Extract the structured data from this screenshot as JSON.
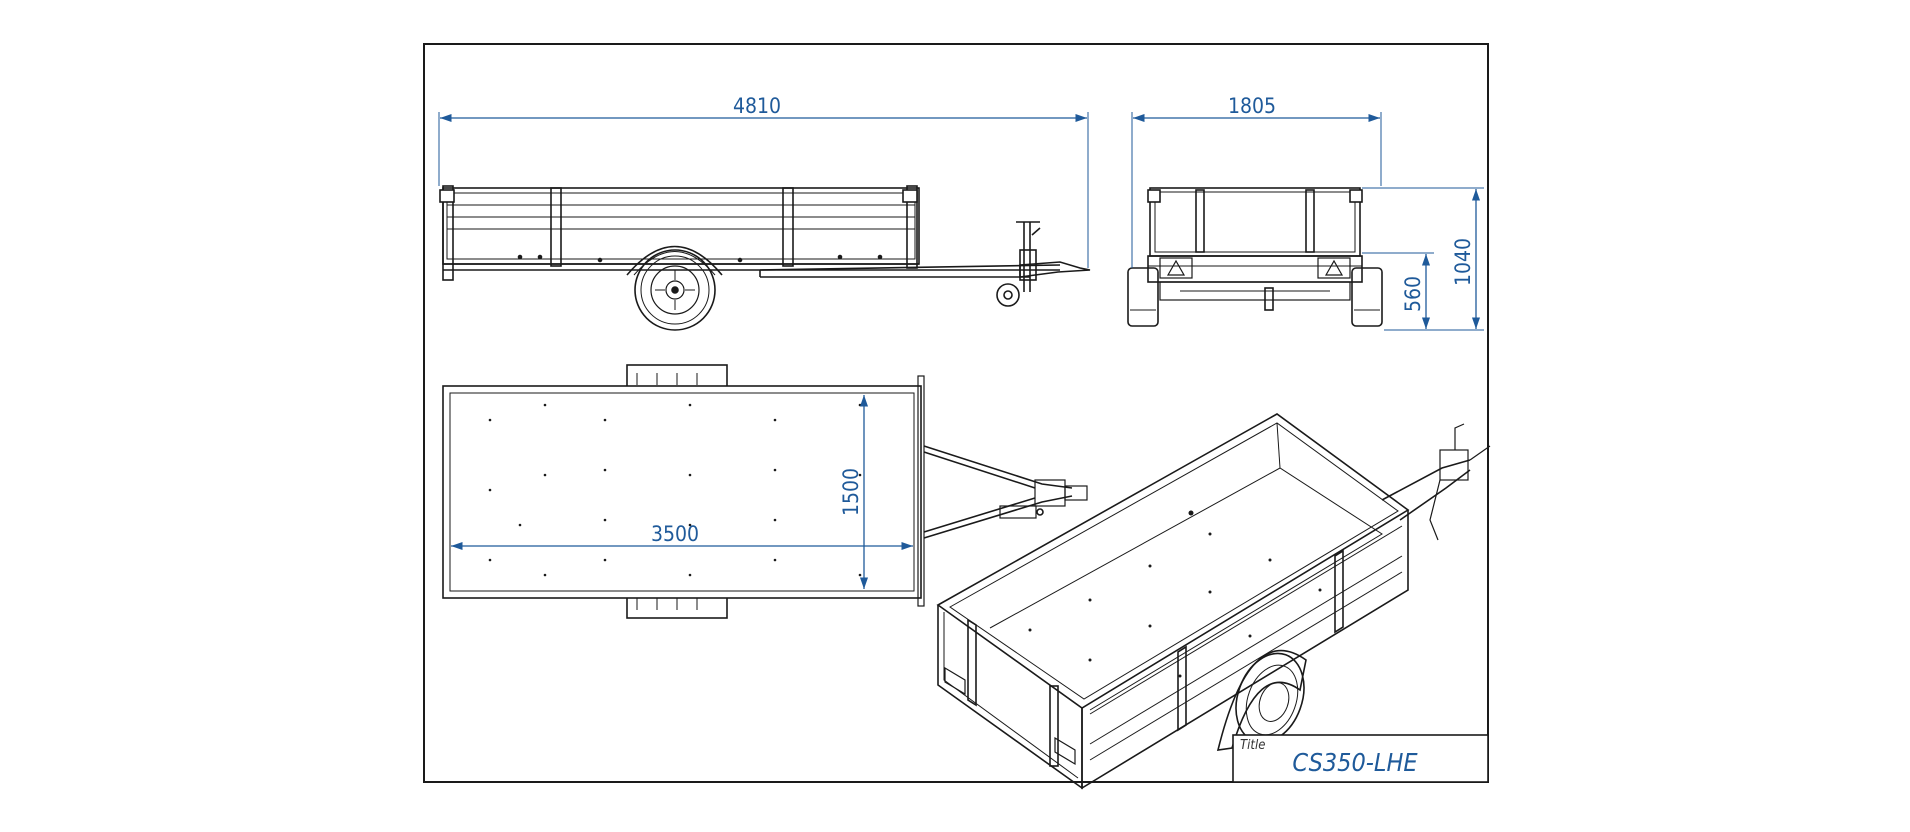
{
  "colors": {
    "line": "#1a1a1a",
    "dimension": "#1f5a9a",
    "background": "#ffffff"
  },
  "dimensions": {
    "side_length": "4810",
    "rear_width": "1805",
    "rear_height_total": "1040",
    "rear_height_frame": "560",
    "top_length": "3500",
    "top_width": "1500"
  },
  "title_block": {
    "label": "Title",
    "value": "CS350-LHE"
  }
}
